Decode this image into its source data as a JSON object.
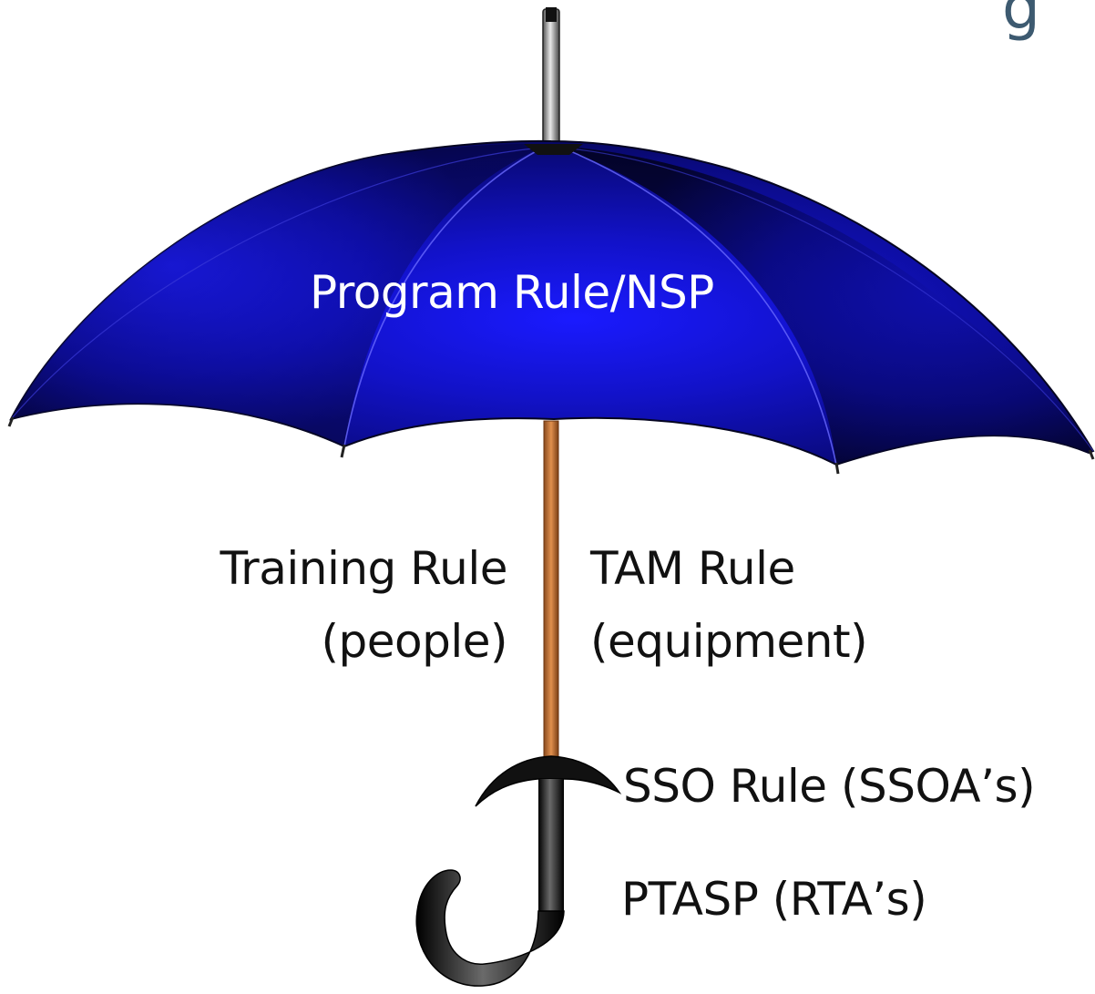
{
  "diagram": {
    "canopy_label": "Program Rule/NSP",
    "left_label": {
      "line1": "Training Rule",
      "line2": "(people)"
    },
    "right_label": {
      "line1": "TAM Rule",
      "line2": "(equipment)"
    },
    "handle_labels": [
      "SSO Rule (SSOA’s)",
      "PTASP (RTA’s)"
    ],
    "title_fragment": "g"
  },
  "colors": {
    "canopy": "#1010c0",
    "canopy_dark": "#04043a",
    "shaft": "#c8743a",
    "handle": "#1a1a1a",
    "tip": "#9a9a9a",
    "title": "#3d5a70",
    "text_on_canopy": "#ffffff",
    "text": "#111111"
  }
}
